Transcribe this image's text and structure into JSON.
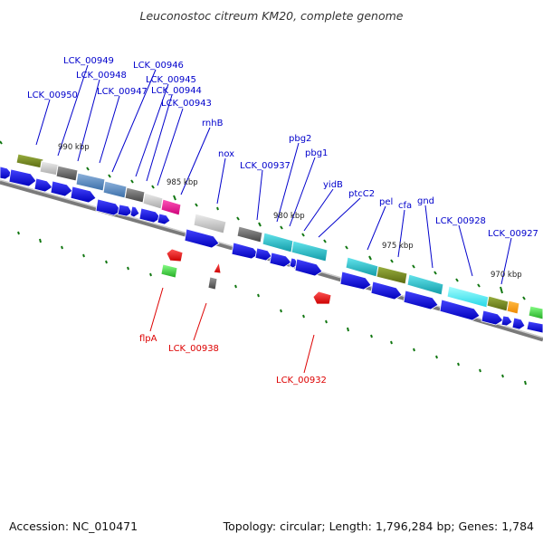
{
  "title": "Leuconostoc citreum KM20, complete genome",
  "accession": "Accession: NC_010471",
  "summary": "Topology: circular; Length: 1,796,284 bp; Genes: 1,784",
  "scale_labels": [
    "990 kbp",
    "985 kbp",
    "980 kbp",
    "975 kbp",
    "970 kbp"
  ],
  "labels_above": [
    "LCK_00949",
    "LCK_00948",
    "LCK_00950",
    "LCK_00946",
    "LCK_00947",
    "LCK_00945",
    "LCK_00944",
    "LCK_00943",
    "rnhB",
    "nox",
    "pbg2",
    "LCK_00937",
    "pbg1",
    "yidB",
    "ptcC2",
    "pel",
    "cfa",
    "gnd",
    "LCK_00928",
    "LCK_00927"
  ],
  "labels_below": [
    "flpA",
    "LCK_00938",
    "LCK_00932"
  ],
  "colors": {
    "forward_gene": "#0000ee",
    "reverse_gene": "#ee0000",
    "label_above": "#0000cc",
    "label_below": "#dd0000",
    "backbone": "#8a8a8a",
    "tick": "#117711"
  }
}
